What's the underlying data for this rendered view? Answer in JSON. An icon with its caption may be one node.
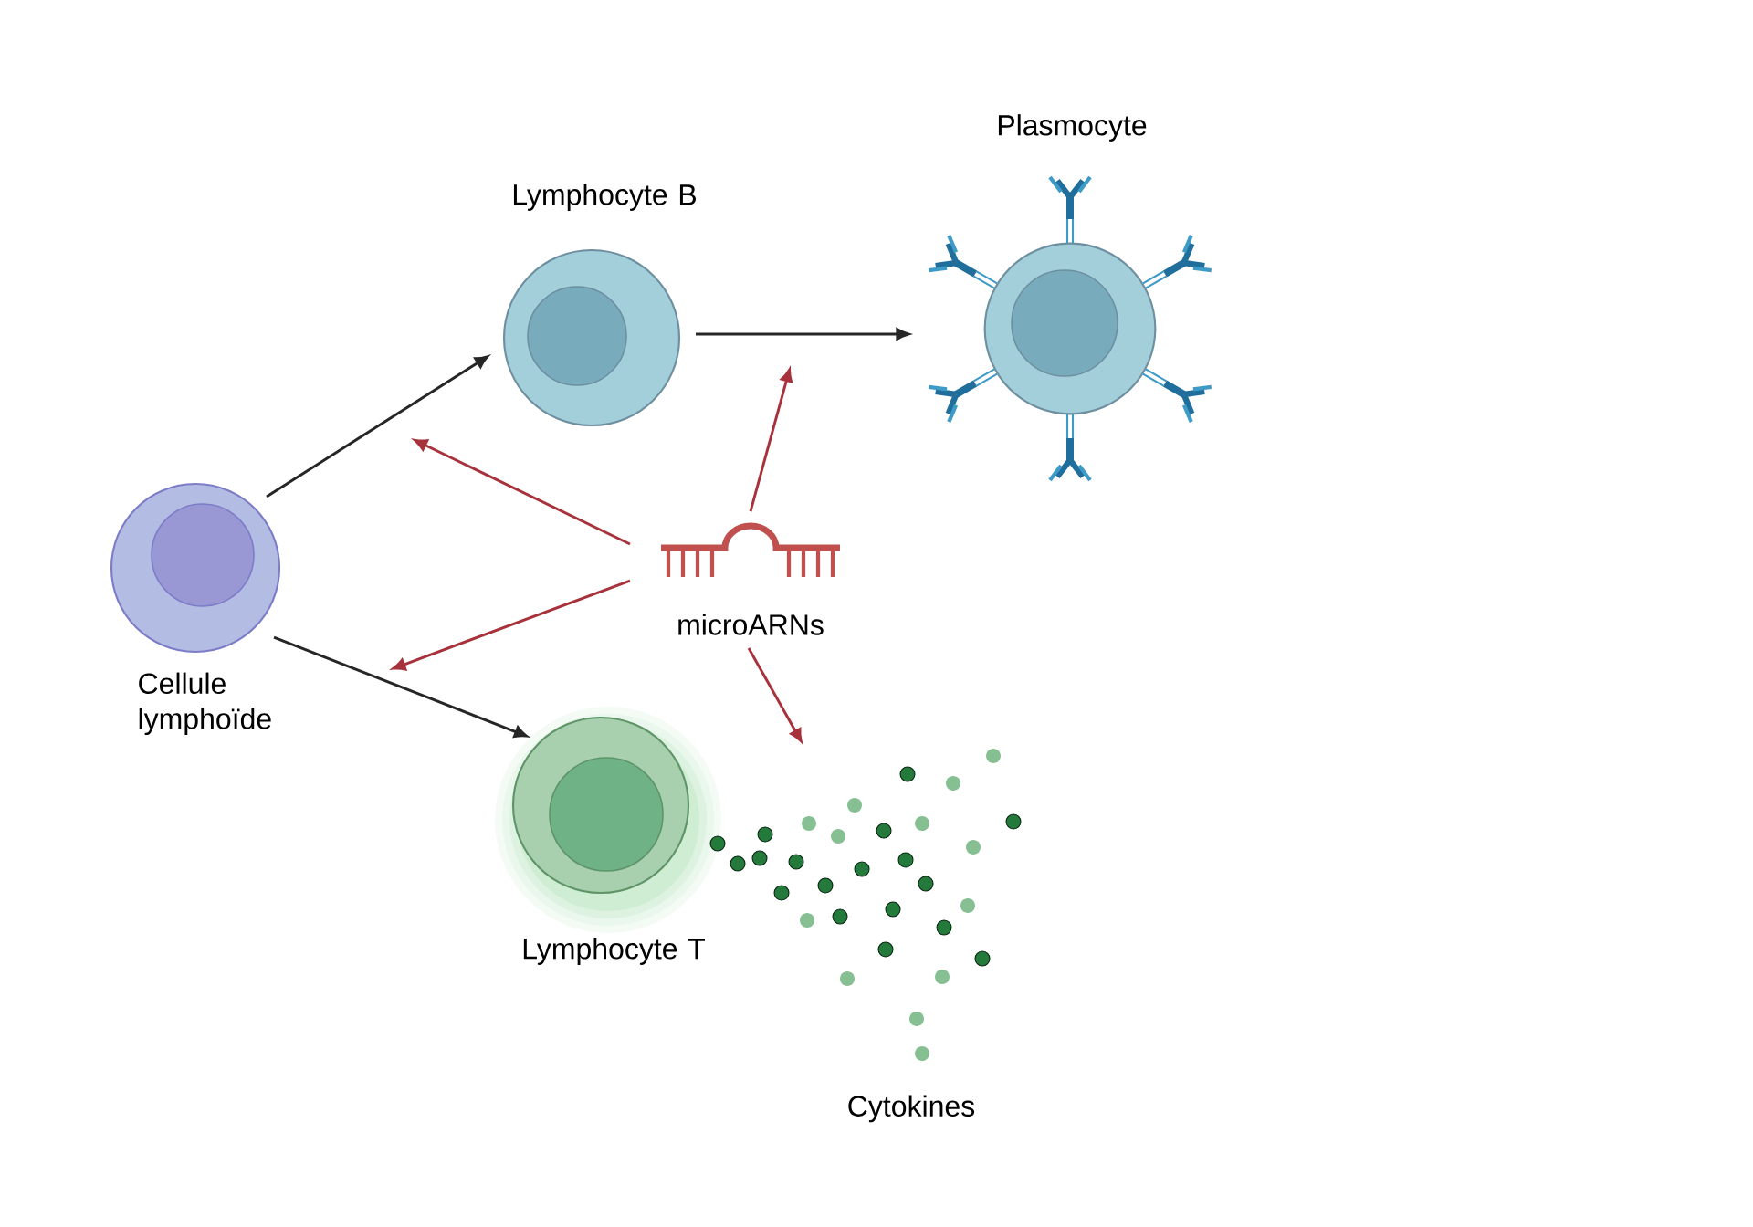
{
  "diagram": {
    "nodes": [
      {
        "text": [
          "Cellule lymphoïde"
        ]
      },
      {
        "text": [
          "Lymphocyte B"
        ]
      },
      {
        "text": [
          "Plasmocyte"
        ]
      },
      {
        "text": [
          "Lymphocyte T"
        ]
      },
      {
        "text": [
          "microARNs"
        ]
      },
      {
        "text": [
          "Cytokines"
        ]
      }
    ],
    "edges": [
      {
        "from": 0,
        "to": 1,
        "arrow": "to",
        "color": "#262626"
      },
      {
        "from": 0,
        "to": 3,
        "arrow": "to",
        "color": "#262626"
      },
      {
        "from": 1,
        "to": 2,
        "arrow": "to",
        "color": "#262626"
      },
      {
        "from": 4,
        "to": null,
        "arrow": "to"
      },
      {
        "from": 4,
        "to": null,
        "arrow": "to"
      },
      {
        "from": 4,
        "to": null,
        "arrow": "to"
      },
      {
        "from": 4,
        "to": 5,
        "arrow": "to"
      }
    ]
  }
}
